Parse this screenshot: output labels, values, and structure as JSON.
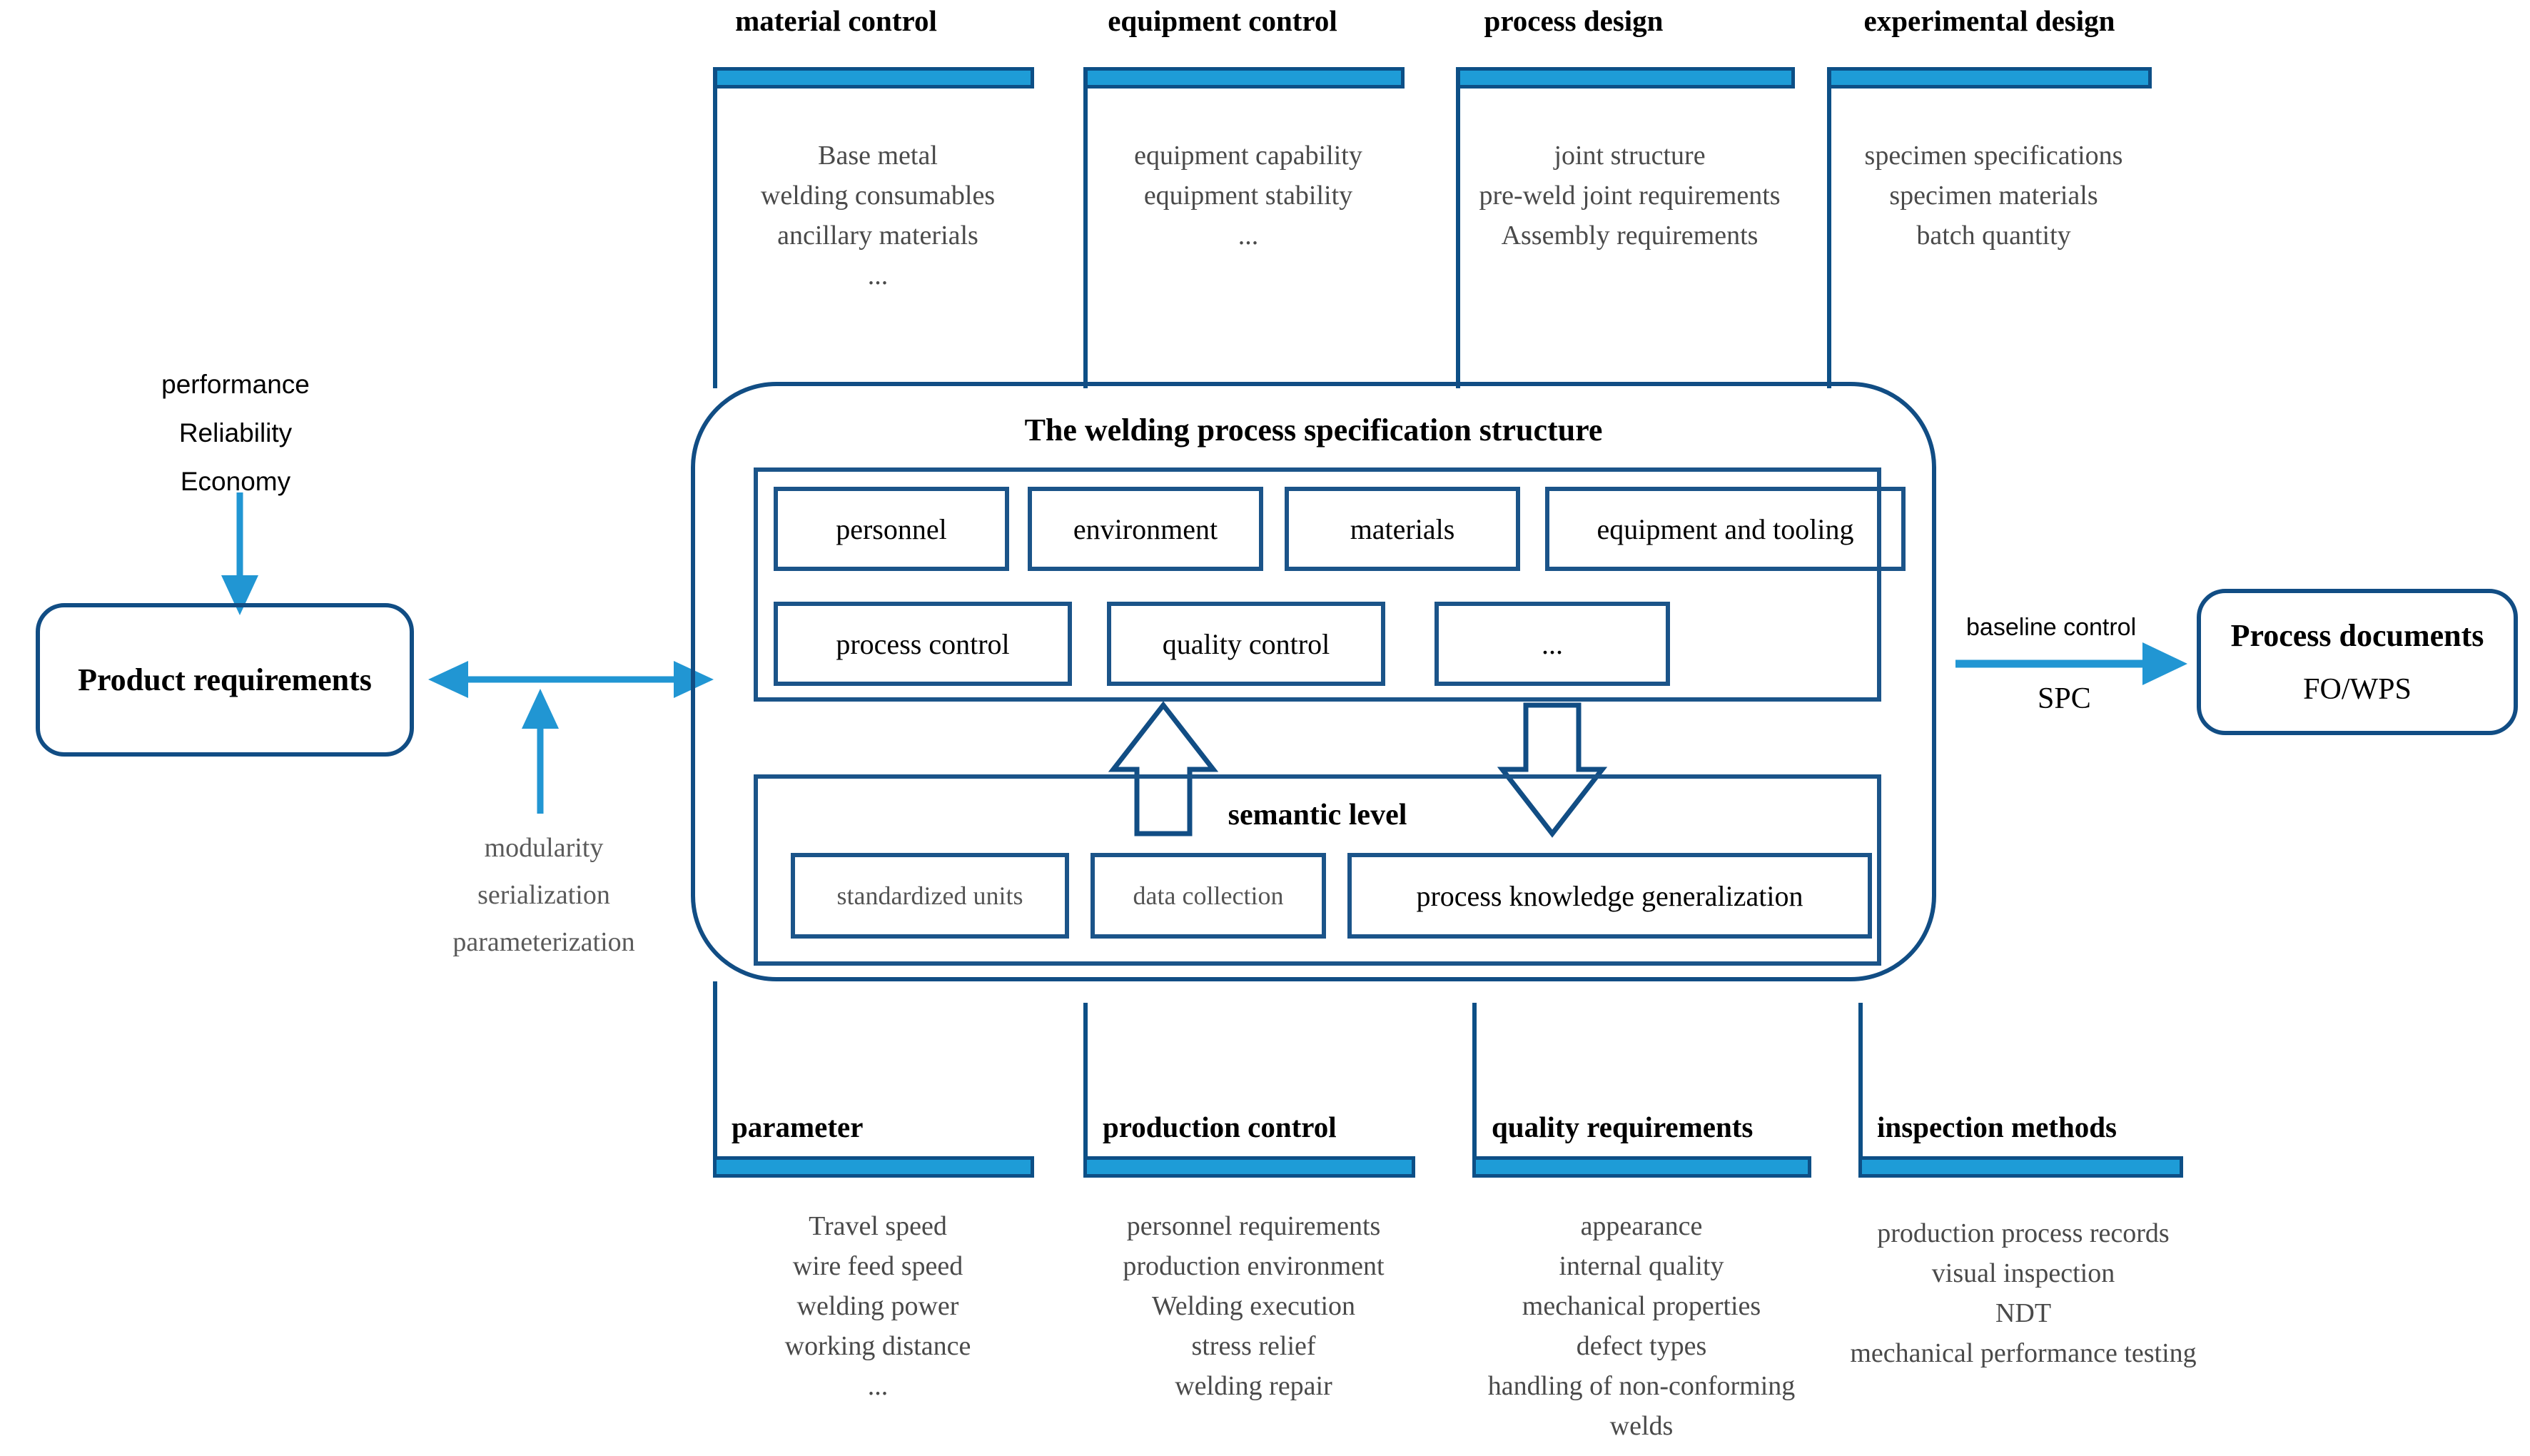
{
  "diagram": {
    "title": "The welding process specification structure"
  },
  "top_columns": [
    {
      "title": "material control",
      "items": "Base metal\nwelding consumables\nancillary materials\n..."
    },
    {
      "title": "equipment control",
      "items": "equipment capability\nequipment stability\n..."
    },
    {
      "title": "process design",
      "items": "joint structure\npre-weld joint requirements\nAssembly requirements"
    },
    {
      "title": "experimental design",
      "items": "specimen specifications\nspecimen materials\nbatch quantity"
    }
  ],
  "bottom_columns": [
    {
      "title": "parameter",
      "items": "Travel speed\nwire feed speed\nwelding power\nworking distance\n..."
    },
    {
      "title": "production control",
      "items": "personnel requirements\nproduction environment\nWelding execution\nstress relief\nwelding repair"
    },
    {
      "title": "quality requirements",
      "items": "appearance\ninternal quality\nmechanical properties\ndefect types\nhandling of non-conforming\nwelds"
    },
    {
      "title": "inspection methods",
      "items": "production process records\nvisual inspection\nNDT\nmechanical performance testing"
    }
  ],
  "main_panel": {
    "row1": [
      "personnel",
      "environment",
      "materials",
      "equipment and tooling"
    ],
    "row2": [
      "process control",
      "quality control",
      "..."
    ]
  },
  "semantic": {
    "title": "semantic level",
    "cells": [
      "standardized units",
      "data collection",
      "process knowledge generalization"
    ]
  },
  "left": {
    "inputs": "performance\nReliability\nEconomy",
    "box_title": "Product requirements",
    "attributes": "modularity\nserialization\nparameterization"
  },
  "right": {
    "arrow_label": "baseline control",
    "sub_label": "SPC",
    "box_title": "Process documents",
    "box_sub": "FO/WPS"
  },
  "colors": {
    "bar_fill": "#1e9cd7",
    "bar_stroke": "#0d4f86",
    "outline": "#114d84",
    "arrow": "#2196d3",
    "body_text": "#4a4a4a"
  }
}
